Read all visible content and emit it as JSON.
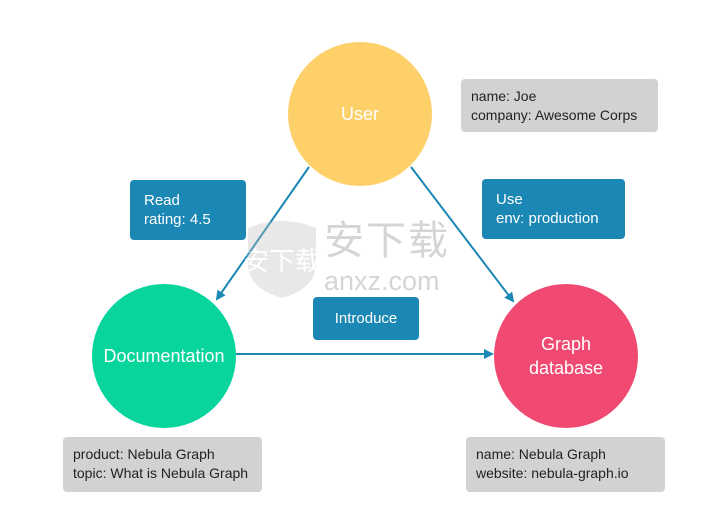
{
  "nodes": {
    "user": {
      "label": "User",
      "color": "#fdd06a"
    },
    "documentation": {
      "label": "Documentation",
      "color": "#07d59c"
    },
    "graph_database": {
      "line1": "Graph",
      "line2": "database",
      "color": "#f04a73"
    }
  },
  "edges": {
    "read": {
      "line1": "Read",
      "line2": "rating: 4.5"
    },
    "use": {
      "line1": "Use",
      "line2": "env: production"
    },
    "introduce": {
      "label": "Introduce"
    },
    "color": "#1b87b4"
  },
  "properties": {
    "user": {
      "line1": "name: Joe",
      "line2": "company: Awesome Corps"
    },
    "documentation": {
      "line1": "product: Nebula Graph",
      "line2": "topic: What is Nebula Graph"
    },
    "graph_database": {
      "line1": "name: Nebula Graph",
      "line2": "website: nebula-graph.io"
    }
  },
  "watermark": {
    "text": "安下载",
    "subtext": "anxz.com"
  }
}
